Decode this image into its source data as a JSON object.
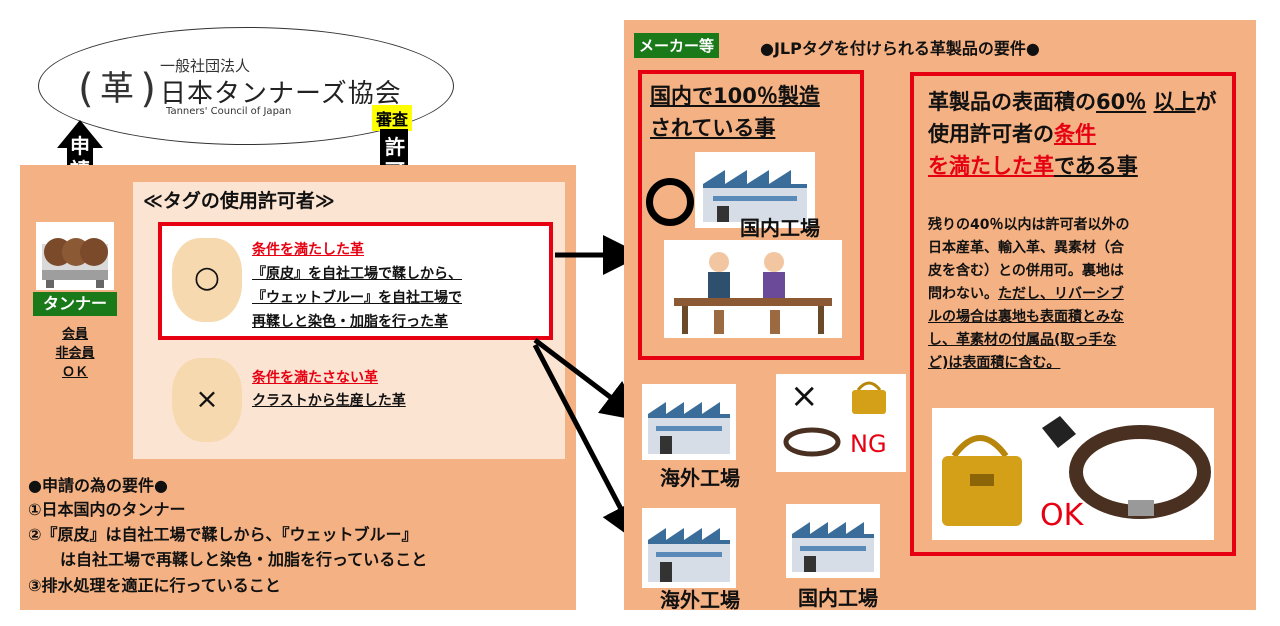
{
  "org": {
    "name_small": "一般社団法人",
    "name_large": "日本タンナーズ協会",
    "name_en": "Tanners' Council of Japan",
    "logo_char": "革"
  },
  "left_arrow_label": "申請",
  "right_arrow_label": "許可",
  "review_badge": "審査",
  "tanner": {
    "label": "タンナー",
    "members": [
      "会員",
      "非会員",
      "ＯＫ"
    ]
  },
  "license_holder_title": "≪タグの使用許可者≫",
  "leather_ok": {
    "symbol": "○",
    "title": "条件を満たした革",
    "lines": [
      "『原皮』を自社工場で鞣しから、",
      "『ウェットブルー』を自社工場で",
      "再鞣しと染色・加脂を行った革"
    ]
  },
  "leather_ng": {
    "symbol": "×",
    "title": "条件を満たさない革",
    "lines": [
      "クラストから生産した革"
    ]
  },
  "requirements": {
    "title": "●申請の為の要件●",
    "items": [
      "①日本国内のタンナー",
      "②『原皮』は自社工場で鞣しから、『ウェットブルー』",
      "は自社工場で再鞣しと染色・加脂を行っていること",
      "③排水処理を適正に行っていること"
    ]
  },
  "maker_badge": "メーカー等",
  "maker_header": "●JLPタグを付けられる革製品の要件●",
  "domestic_box": {
    "line1": "国内で100％製造",
    "line2": "されている事",
    "symbol": "○",
    "factory_label": "国内工場"
  },
  "surface_box": {
    "t1": "革製品の表面積の",
    "t2": "60％",
    "t3": "以上",
    "t4": "が使用許可者の",
    "t5": "条件",
    "t6": "を満たした革",
    "t7": "である事",
    "body1": [
      "残りの40％以内は許可者以外の",
      "日本産革、輸入革、異素材（合",
      "皮を含む）との併用可。裏地は"
    ],
    "body2_plain": "問わない。",
    "body2_ul": "ただし、リバーシブ",
    "body3": [
      "ルの場合は裏地も表面積とみな",
      "し、革素材の付属品(取っ手な",
      "ど)は表面積に含む。"
    ],
    "ok_label": "OK"
  },
  "ng": {
    "symbol": "×",
    "label": "NG"
  },
  "overseas_factory_label": "海外工場",
  "overseas_factory_label2": "海外工場",
  "domestic_factory_label2": "国内工場",
  "colors": {
    "panel": "#f4b183",
    "red": "#e60012",
    "green_badge": "#1a7a1a",
    "yellow_badge": "#ffff00"
  }
}
